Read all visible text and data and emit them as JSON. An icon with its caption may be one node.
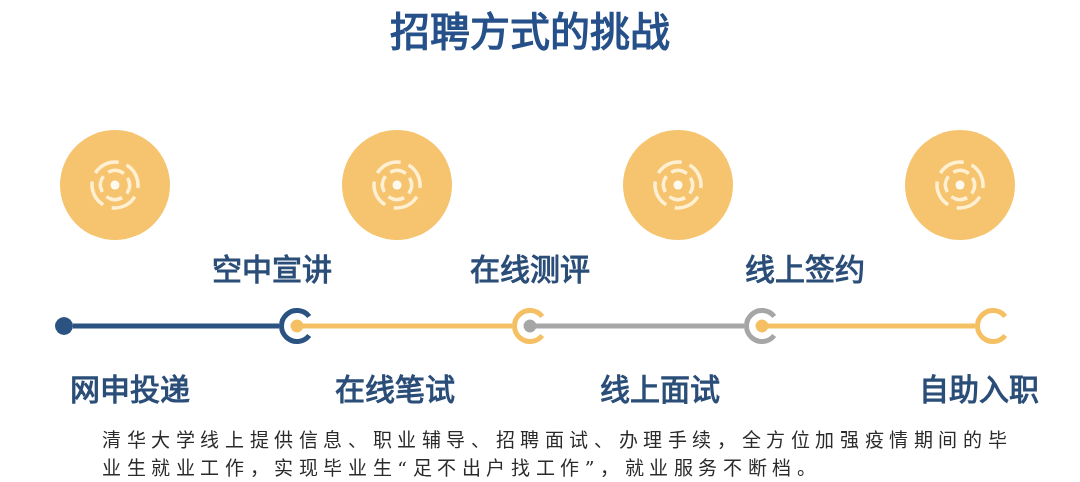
{
  "diagram": {
    "title": "招聘方式的挑战",
    "caption": "清华大学线上提供信息、职业辅导、招聘面试、办理手续，全方位加强疫情期间的毕业生就业工作，实现毕业生“足不出户找工作”，就业服务不断档。",
    "nodes": [
      {
        "text": [],
        "shape": "circle",
        "beside": [
          "网申投递"
        ]
      },
      {
        "text": [],
        "shape": "ring",
        "beside": [
          "空中宣讲"
        ]
      },
      {
        "text": [],
        "shape": "ring",
        "beside": [
          "在线测评"
        ]
      },
      {
        "text": [],
        "shape": "ring",
        "beside": [
          "线上签约"
        ]
      },
      {
        "text": [],
        "shape": "ring",
        "beside": [
          "自助入职"
        ]
      }
    ],
    "edges": [
      {
        "from": 0,
        "to": 1,
        "arrow": "none",
        "color": "#2b5382"
      },
      {
        "from": 1,
        "to": 2,
        "arrow": "none"
      },
      {
        "from": 2,
        "to": 3,
        "arrow": "none",
        "color": "#a6a6a6"
      },
      {
        "from": 3,
        "to": 4,
        "arrow": "none"
      }
    ],
    "labels": [
      "在线笔试",
      "线上面试"
    ]
  }
}
